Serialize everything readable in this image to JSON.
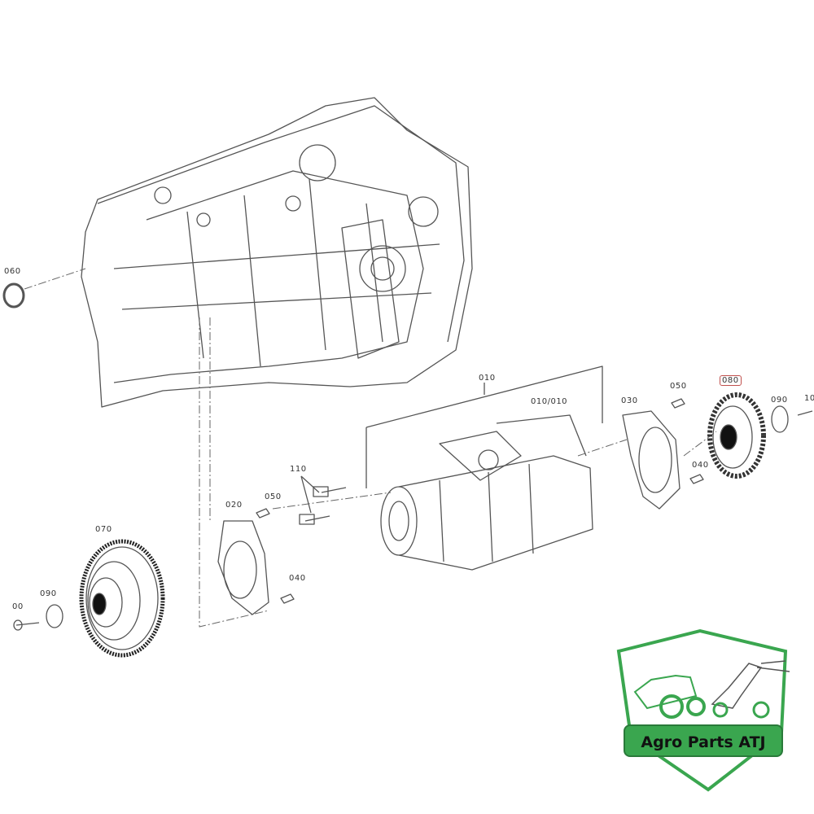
{
  "diagram": {
    "part_labels": {
      "p060": "060",
      "p010": "010",
      "p010_010": "010/010",
      "p030": "030",
      "p050_right": "050",
      "p080": "080",
      "p090_right": "090",
      "p100_right": "10",
      "p040_right": "040",
      "p110": "110",
      "p020": "020",
      "p050_left": "050",
      "p040_left": "040",
      "p070": "070",
      "p090_left": "090",
      "p100_left": "00"
    },
    "highlighted_part": "080",
    "highlight_color": "#c0504d"
  },
  "logo": {
    "text": "Agro Parts ATJ",
    "brand_color": "#3aa64f"
  }
}
